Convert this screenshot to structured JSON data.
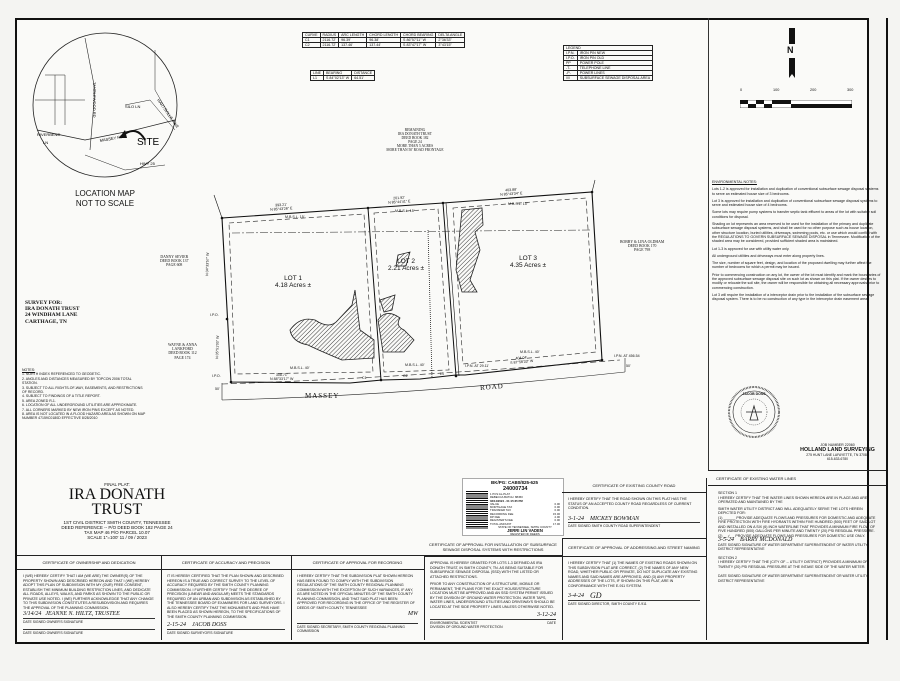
{
  "location_map": {
    "roads": [
      "TANGLEWOOD RD",
      "SILO LN",
      "HARTSVILLE PIKE",
      "RIVERBEND LN",
      "MASSEY RD",
      "HWY 25",
      "WOODS DR"
    ],
    "site_label": "SITE",
    "caption_line1": "LOCATION MAP",
    "caption_line2": "NOT TO SCALE"
  },
  "curve_table": {
    "headers": [
      "CURVE",
      "RADIUS",
      "ARC LENGTH",
      "CHORD LENGTH",
      "CHORD BEARING",
      "DELTA ANGLE"
    ],
    "rows": [
      [
        "C1",
        "2116.72'",
        "96.39'",
        "96.38'",
        "S 86°57'11\" W",
        "2°36'33\""
      ],
      [
        "C2",
        "2116.72'",
        "137.46'",
        "137.44'",
        "S 83°47'17\" W",
        "3°43'15\""
      ]
    ]
  },
  "line_table": {
    "headers": [
      "LINE",
      "BEARING",
      "DISTANCE"
    ],
    "rows": [
      [
        "L1",
        "S 84°02'13\" W",
        "64.51'"
      ]
    ]
  },
  "legend": {
    "title": "LEGEND",
    "items": [
      {
        "symbol": "I.P.N.",
        "label": "IRON PIN NEW"
      },
      {
        "symbol": "I.P.O.",
        "label": "IRON PIN OLD"
      },
      {
        "symbol": "PP",
        "label": "POWER POLE"
      },
      {
        "symbol": "-T-",
        "label": "TELEPHONE LINE"
      },
      {
        "symbol": "-P-",
        "label": "POWER LINES"
      },
      {
        "symbol": "////",
        "label": "SUBSURFACE SEWAGE DISPOSAL AREA"
      }
    ]
  },
  "north_arrow": {
    "label": "N"
  },
  "scale_bar": {
    "ticks": [
      "0",
      "100",
      "200",
      "300"
    ]
  },
  "remaining": {
    "lines": [
      "REMAINING",
      "IRA DONATH TRUST",
      "DEED BOOK 182",
      "PAGE 24",
      "MORE THAN 5 ACRES",
      "MORE THAN 50' ROAD FRONTAGE"
    ]
  },
  "adjoiners": {
    "sevier": [
      "DANNY SEVIER",
      "DEED BOOK 137",
      "PAGE 608"
    ],
    "lankford": [
      "WAYNE & ANNA",
      "LANKFORD",
      "DEED BOOK 112",
      "PAGE 174"
    ],
    "oldham": [
      "BOBBY & LINA OLDHAM",
      "DEED BOOK 170",
      "PAGE 798"
    ]
  },
  "lots": [
    {
      "name": "LOT 1",
      "area": "4.18 Acres ±"
    },
    {
      "name": "LOT 2",
      "area": "2.21 Acres ±"
    },
    {
      "name": "LOT 3",
      "area": "4.35 Acres ±"
    }
  ],
  "boundary_calls": {
    "lot1_north_dist": "393.21'",
    "lot1_north_bearing": "N 85°43'26\" E",
    "lot2_north_dist": "201.92'",
    "lot2_north_bearing": "N 85°44'41\" E",
    "lot3_north_dist": "403.88'",
    "lot3_north_bearing": "N 85°43'34\" E",
    "lot1_south_dist": "308.71'",
    "lot1_south_bearing": "N 88°33'17\" W",
    "lot3_south_dist": "404.04'",
    "lot3_south_bearing": "S 87°58'33\" W",
    "west_bearing_upper": "N 04°33'57\" W",
    "west_bearing_lower": "N 05°51'00\" W",
    "west_dist_lower": "191.26'",
    "msbl_rear": "M.B.S.L. 15'",
    "msbl_front": "M.B.S.L. 40'",
    "ipo": "I.P.O.",
    "ipn_left": "I.P.N. AT 29.11'",
    "ipn_right": "I.P.N. AT 456.54",
    "road_width": "50'",
    "curve_c1": "C1",
    "curve_c2": "C2",
    "line_l1": "L1"
  },
  "road": {
    "word1": "MASSEY",
    "word2": "ROAD"
  },
  "survey_for": {
    "lines": [
      "SURVEY FOR:",
      "IRA DONATH TRUST",
      "24 WINDHAM LANE",
      "CARTHAGE, TN"
    ]
  },
  "notes": {
    "title": "NOTES:",
    "items": [
      "1. NORTH INDEX REFERENCED TO GEODETIC.",
      "2. ANGLES AND DISTANCES MEASURED BY TOPCON 2006 TOTAL STATION.",
      "3. SUBJECT TO ALL RIGHTS-OF-WAY, EASEMENTS, AND RESTRICTIONS OF RECORD.",
      "4. SUBJECT TO FINDINGS OF A TITLE REPORT.",
      "5. AREA ZONED R-1.",
      "6. LOCATION OF ALL UNDERGROUND UTILITIES ARE APPROXIMATE.",
      "7. ALL CORNERS MARKED BY NEW IRON PINS EXCEPT AS NOTED.",
      "8. AREA IS NOT LOCATED IN A FLOOD HAZARD AREA AS SHOWN ON MAP NUMBER 47159C0180D EFFECTIVE 8/28/2010"
    ]
  },
  "environmental_notes": {
    "title": "ENVIRONMENTAL NOTES:",
    "paragraphs": [
      "Lots 1-2 is approved for installation and duplication of conventional subsurface sewage disposal systems to serve an estimated house size of 3 bedrooms.",
      "Lot 3 is approved for installation and duplication of conventional subsurface sewage disposal systems to serve and estimated house size of 4 bedrooms.",
      "Some lots may require pump systems to transfer septic tank effluent to areas of the lot with suitable soil conditions for disposal.",
      "Shading on lot represents an area reserved to be used for the installation of the primary and duplicate subsurface sewage disposal systems, and shall be used for no other purpose such as house location, other structure location, buried utilities, driveways, swimming pools, etc. or use which would conflict with the REGULATIONS TO GOVERN SUBSURFACE SEWAGE DISPOSAL in Tennessee. Modification of the shaded area may be considered, provided sufficient shaded area is maintained.",
      "Lot 1-3 is approved for use with utility water only.",
      "All underground utilities and driveways must enter along property lines.",
      "The size, number of square feet, design, and location of the proposed dwelling may further affect the number of bedrooms for which a permit may be issued.",
      "Prior to commencing construction on any lot, the owner of the lot must identify and mark the boundaries of the approved subsurface sewage disposal site on such lot as shown on this plat. If the owner desires to modify or relocate the soil site, the owner will be responsible for obtaining all necessary approvals prior to commencing construction.",
      "Lot 3 will require the installation of a interceptor drain prior to the installation of the subsurface sewage disposal system. There is to be no construction of any type in the interceptor drain easement area."
    ]
  },
  "seal": {
    "name": "JACOB DOSS",
    "ring_top": "REGISTERED LAND SURVEYOR",
    "ring_bottom": "TENNESSEE NO. 3000",
    "center": "AGRICULTURE COMMERCE"
  },
  "surveyor": {
    "job_number": "JOB NUMBER 22060",
    "company": "HOLLAND LAND SURVEYING",
    "address": "275 HUNT LANE LAFAYETTE, TN 37083",
    "phone": "615-633-6780"
  },
  "title_block": {
    "kicker": "FINAL PLAT:",
    "title_line1": "IRA DONATH",
    "title_line2": "TRUST",
    "district": "1ST CIVIL DISTRICT SMITH COUNTY, TENNESSEE",
    "deed_ref": "DEED REFERENCE -- P/O DEED BOOK 182 PAGE 24",
    "tax_map": "TAX MAP 46  P/O PARCEL 10.07",
    "scale": "SCALE 1\"=100'  11 / 09 / 2023"
  },
  "recording_stamp": {
    "bkpg": "BK/PG: CAB0/825-625",
    "number": "24000734",
    "type": "1 PCS:AL-PLAT",
    "batch": "REBECCA BATCH: 88450",
    "datetime": "03/14/2024 - 01:15:35 PM",
    "fees": [
      [
        "VALUE",
        "0.00"
      ],
      [
        "MORTGAGE TAX",
        "0.00"
      ],
      [
        "TRANSFER TAX",
        "0.00"
      ],
      [
        "RECORDING FEE",
        "15.00"
      ],
      [
        "DP FEE",
        "2.00"
      ],
      [
        "REGISTER'S FEE",
        "0.00"
      ],
      [
        "TOTAL AMOUNT",
        "17.00"
      ]
    ],
    "state_line": "STATE OF TENNESSEE, SMITH COUNTY",
    "register": "JERRI LIN VADEN",
    "register_title": "REGISTER OF DEEDS"
  },
  "certificates": {
    "ownership": {
      "title": "CERTIFICATE OF OWNERSHIP AND DEDICATION",
      "body": "I (WE) HEREBY CERTIFY THAT I AM (WE ARE) THE OWNER(S) OF THE PROPERTY SHOWN AND DESCRIBED HEREON AND THAT I (WE) HEREBY ADOPT THIS PLAN OF SUBDIVISION WITH MY (OUR) FREE CONSENT, ESTABLISH THE MINIMUM BUILDING RESTRICTION LINES, AND DEDICATE ALL ROADS, ALLEYS, WALKS, AND PARKS AS SHOWN TO THE PUBLIC OR PRIVATE USE NOTED. I (WE) FURTHER ACKNOWLEDGE THAT ANY CHANGE TO THIS SUBDIVISION CONSTITUTES A RESUBDIVISION AND REQUIRES THE APPROVAL OF THE PLANNING COMMISSION.",
      "sig1_date": "3/14/24",
      "sig1_name": "Jeanne N. Hiltz, TRUSTEE",
      "sig1_caption": "DATE SIGNED    OWNER'S SIGNATURE",
      "sig2_caption": "DATE SIGNED    OWNER'S SIGNATURE"
    },
    "accuracy": {
      "title": "CERTIFICATE OF ACCURACY AND PRECISION",
      "body": "IT IS HEREBY CERTIFIED THAT THE PLAN SHOWN AND DESCRIBED HEREON IS A TRUE AND CORRECT SURVEY TO THE LEVEL OF ACCURACY REQUIRED BY THE SMITH COUNTY PLANNING COMMISSION. I FURTHER CERTIFY THAT THE DEGREE OF PRECISION (LINEAR AND ANGULAR) MEETS THE STANDARDS REQUIRED OF AN URBAN AND SUBDIVISION AS ESTABLISHED BY THE TENNESSEE BOARD OF EXAMINERS FOR LAND SURVEYORS. I ALSO HEREBY CERTIFY THAT THE MONUMENTS AND PINS HAVE BEEN PLACED AS SHOWN HEREON, TO THE SPECIFICATIONS OF THE SMITH COUNTY PLANNING COMMISSION.",
      "sig_date": "2-15-24",
      "sig_name": "Jacob Doss",
      "sig_caption": "DATE SIGNED    SURVEYOR'S SIGNATURE"
    },
    "recording": {
      "title": "CERTIFICATE OF APPROVAL FOR RECORDING",
      "body": "I HEREBY CERTIFY THAT THE SUBDIVISION PLAT SHOWN HEREON HAS BEEN FOUND TO COMPLY WITH THE SUBDIVISION REGULATIONS OF THE SMITH COUNTY REGIONAL PLANNING COMMISSION WITH THE EXCEPTION OF SUCH VARIANCES, IF ANY, AS ARE NOTED IN THE OFFICIAL MINUTES OF THE SMITH COUNTY PLANNING COMMISSION, AND THAT SAID PLAT HAS BEEN APPROVED FOR RECORDING IN THE OFFICE OF THE REGISTER OF DEEDS OF SMITH COUNTY, TENNESSEE",
      "initials": "MW",
      "sig_caption": "DATE SIGNED    SECRETARY, SMITH COUNTY REGIONAL PLANNING COMMISSION"
    },
    "sewage": {
      "title": "CERTIFICATE OF APPROVAL FOR INSTALLATION OF SUBSURFACE SEWAGE DISPOSAL SYSTEMS WITH RESTRICTIONS",
      "body1": "APPROVAL IS HEREBY GRANTED FOR LOTS 1-3 DEFINED AS IRA DONATH TRUST, IN SMITH COUNTY, TN. AS BEING SUITABLE FOR SUBSURFACE SEWAGE DISPOSAL (SSD) WITH THE LISTED OR ATTACHED RESTRICTIONS.",
      "body2": "PRIOR TO ANY CONSTRUCTION OF A STRUCTURE, MOBILE OR PERMANENT, THE PLANS FOR THE EXACT HOUSE/STRUCTURE LOCATION MUST BE APPROVED AND AN SSD SYSTEM PERMIT ISSUED BY THE DIVISION OF GROUND WATER PROTECTION. WATER TAPS, WATER LINES, UNDERGROUND UTILITIES AND DRIVEWAYS SHOULD BE LOCATED AT THE SIDE PROPERTY LINES UNLESS OTHERWISE NOTED.",
      "sig_date": "3-12-24",
      "sig_caption1": "ENVIRONMENTAL SCIENTIST",
      "sig_caption2": "DIVISION OF GROUND WATER PROTECTION",
      "date_label": "DATE"
    },
    "county_road": {
      "title": "CERTIFICATE OF EXISTING COUNTY ROAD",
      "body": "I HEREBY CERTIFY THAT THE ROAD SHOWN ON THIS PLAT HAS THE STATUS OF AN ACCEPTED COUNTY ROAD REGARDLESS OF CURRENT CONDITION.",
      "sig_date": "3-1-24",
      "sig_name": "Mickey Bowman",
      "sig_caption": "DATE SIGNED    SMITH COUNTY ROAD SUPERINTENDENT"
    },
    "addressing": {
      "title": "CERTIFICATE OF APPROVAL OF ADDRESSING AND STREET NAMING",
      "body": "I HEREBY CERTIFY THAT (1) THE NAMES OF EXISTING ROADS SHOWN ON THIS SUBDIVISION PLAT ARE CORRECT, (2) THE NAMES OF ANY NEW ROAD, WHETHER PUBLIC OR PRIVATE, DO NOT DUPLICATE ANY EXISTING NAMES AND SAID NAMES ARE APPROVED, AND (3) ANY PROPERTY ADDRESSES OF THE LOTS, IF SHOWN ON THIS PLAT, ARE IN CONFORMANCE WITH THE E-911 SYSTEM.",
      "sig_date": "3-4-24",
      "sig_name": "Gd",
      "sig_caption": "DATE SIGNED    DIRECTOR, SMITH COUNTY E-911"
    },
    "water": {
      "title": "CERTIFICATE OF EXISTING WATER LINES",
      "s1_title": "SECTION 1",
      "s1_body": "I HEREBY CERTIFY THAT THE WATER LINES SHOWN HEREON ARE IN PLACE AND ARE OPERATED AND MAINTAINED BY THE",
      "s1_utility": "SMITH WATER UTILITY DISTRICT AND WILL ADEQUATELY SERVE THE LOTS HEREIN DEPICTED FOR:",
      "s1_opt1": "(1) ______ PROVIDE ADEQUATE FLOWS AND PRESSURES FOR DOMESTIC AND ADEQUATE FIRE PROTECTION WITH FIRE HYDRANTS WITHIN FIVE HUNDRED (500) FEET OF SAID LOT AND INSTALLED ON A SIX (6) INCH WATERLINE THAT PROVIDES A MINIMUM FIRE FLOW OF FIVE HUNDRED (500) GALLONS PER MINUTE AND TWENTY (20) PSI RESIDUAL PRESSURE.",
      "s1_opt2": "(2) __✓__ PROVIDE ADEQUATE FLOWS AND PRESSURES FOR DOMESTIC USE ONLY.",
      "s1_sig_date": "3-5-24",
      "s1_sig_name": "Barry McDonald",
      "s1_caption": "DATE SIGNED    SIGNATURE OF WATER DEPARTMENT SUPERINTENDENT OF WATER UTILITY DISTRICT REPRESENTATIVE",
      "s2_title": "SECTION 2",
      "s2_body": "I HEREBY CERTIFY THAT THE (CITY OF -- UTILITY DISTRICT) PROVIDES A MINIMUM OF TWENTY (20) PSI RESIDUAL PRESSURE AT THE INTAKE SIDE OF THE WATER METER.",
      "s2_caption": "DATE SIGNED    SIGNATURE OF WATER DEPARTMENT SUPERINTENDENT OR WATER UTILITY DISTRICT REPRESENTATIVE"
    }
  }
}
